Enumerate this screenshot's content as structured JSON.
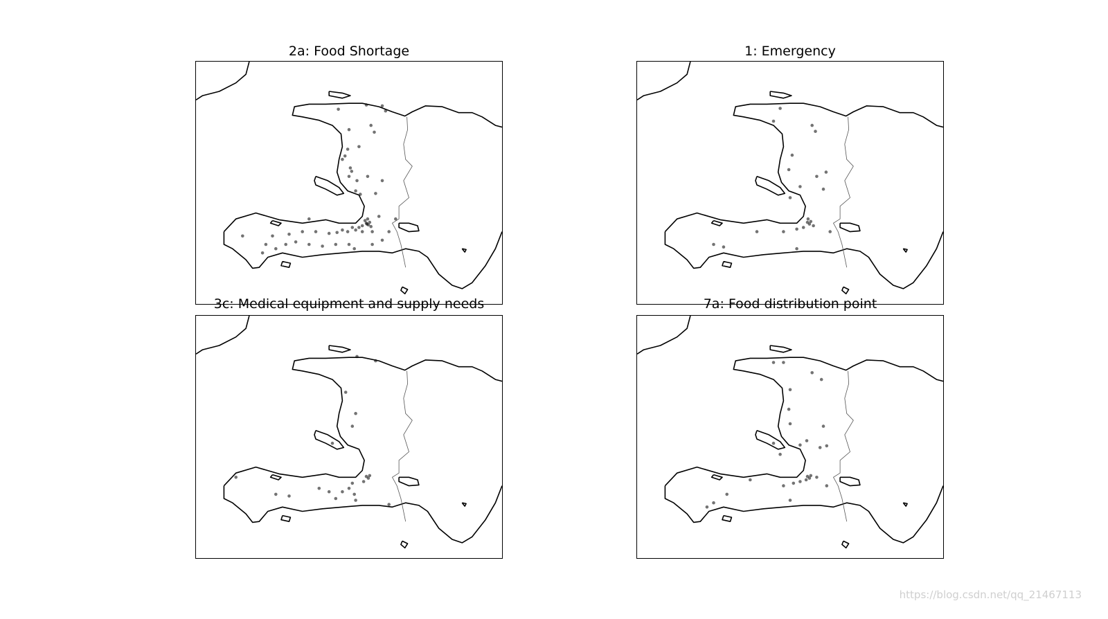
{
  "figure": {
    "panels": [
      {
        "id": "food-shortage",
        "title": "2a: Food Shortage",
        "points": [
          [
            -72.34,
            19.94
          ],
          [
            -72.1,
            19.93
          ],
          [
            -72.05,
            19.87
          ],
          [
            -72.76,
            19.89
          ],
          [
            -72.6,
            19.65
          ],
          [
            -72.27,
            19.7
          ],
          [
            -72.22,
            19.62
          ],
          [
            -72.45,
            19.45
          ],
          [
            -72.62,
            19.42
          ],
          [
            -72.66,
            19.34
          ],
          [
            -72.7,
            19.3
          ],
          [
            -72.58,
            19.2
          ],
          [
            -72.56,
            19.16
          ],
          [
            -72.6,
            19.1
          ],
          [
            -72.48,
            19.05
          ],
          [
            -72.32,
            19.1
          ],
          [
            -72.1,
            19.05
          ],
          [
            -72.5,
            18.93
          ],
          [
            -72.43,
            18.89
          ],
          [
            -72.2,
            18.9
          ],
          [
            -72.36,
            18.58
          ],
          [
            -72.34,
            18.55
          ],
          [
            -72.31,
            18.53
          ],
          [
            -72.29,
            18.56
          ],
          [
            -72.32,
            18.6
          ],
          [
            -72.27,
            18.51
          ],
          [
            -72.4,
            18.52
          ],
          [
            -72.45,
            18.5
          ],
          [
            -72.5,
            18.47
          ],
          [
            -72.55,
            18.5
          ],
          [
            -72.62,
            18.45
          ],
          [
            -72.7,
            18.47
          ],
          [
            -72.78,
            18.44
          ],
          [
            -72.9,
            18.43
          ],
          [
            -73.1,
            18.45
          ],
          [
            -73.3,
            18.45
          ],
          [
            -73.5,
            18.42
          ],
          [
            -73.75,
            18.4
          ],
          [
            -73.85,
            18.3
          ],
          [
            -73.9,
            18.2
          ],
          [
            -73.7,
            18.25
          ],
          [
            -73.55,
            18.3
          ],
          [
            -73.4,
            18.33
          ],
          [
            -73.2,
            18.3
          ],
          [
            -73.0,
            18.28
          ],
          [
            -72.8,
            18.3
          ],
          [
            -72.6,
            18.3
          ],
          [
            -72.52,
            18.25
          ],
          [
            -72.25,
            18.3
          ],
          [
            -72.1,
            18.35
          ],
          [
            -72.0,
            18.45
          ],
          [
            -71.9,
            18.6
          ],
          [
            -72.15,
            18.63
          ],
          [
            -72.25,
            18.45
          ],
          [
            -74.2,
            18.4
          ],
          [
            -73.2,
            18.6
          ],
          [
            -72.4,
            18.45
          ],
          [
            -72.33,
            18.54
          ]
        ]
      },
      {
        "id": "emergency",
        "title": "1: Emergency",
        "points": [
          [
            -72.75,
            19.9
          ],
          [
            -72.85,
            19.75
          ],
          [
            -72.27,
            19.7
          ],
          [
            -72.22,
            19.63
          ],
          [
            -72.57,
            19.35
          ],
          [
            -72.62,
            19.18
          ],
          [
            -72.2,
            19.1
          ],
          [
            -72.06,
            19.15
          ],
          [
            -72.1,
            18.95
          ],
          [
            -72.45,
            18.98
          ],
          [
            -72.6,
            18.85
          ],
          [
            -72.34,
            18.56
          ],
          [
            -72.31,
            18.54
          ],
          [
            -72.29,
            18.57
          ],
          [
            -72.33,
            18.6
          ],
          [
            -72.4,
            18.5
          ],
          [
            -72.5,
            18.48
          ],
          [
            -72.7,
            18.45
          ],
          [
            -73.1,
            18.45
          ],
          [
            -73.75,
            18.3
          ],
          [
            -73.6,
            18.27
          ],
          [
            -72.5,
            18.25
          ],
          [
            -72.0,
            18.45
          ],
          [
            -72.25,
            18.52
          ]
        ]
      },
      {
        "id": "medical",
        "title": "3c: Medical equipment and supply needs",
        "points": [
          [
            -72.48,
            19.97
          ],
          [
            -72.2,
            19.92
          ],
          [
            -72.65,
            19.55
          ],
          [
            -72.5,
            19.3
          ],
          [
            -72.55,
            19.15
          ],
          [
            -72.85,
            18.95
          ],
          [
            -72.34,
            18.56
          ],
          [
            -72.31,
            18.54
          ],
          [
            -72.29,
            18.57
          ],
          [
            -72.38,
            18.5
          ],
          [
            -72.55,
            18.48
          ],
          [
            -72.6,
            18.42
          ],
          [
            -72.7,
            18.38
          ],
          [
            -72.9,
            18.38
          ],
          [
            -73.05,
            18.42
          ],
          [
            -73.5,
            18.33
          ],
          [
            -73.7,
            18.35
          ],
          [
            -74.3,
            18.55
          ],
          [
            -72.8,
            18.3
          ],
          [
            -72.5,
            18.28
          ],
          [
            -72.0,
            18.23
          ],
          [
            -72.52,
            18.35
          ]
        ]
      },
      {
        "id": "food-distribution",
        "title": "7a: Food distribution point",
        "points": [
          [
            -72.85,
            19.9
          ],
          [
            -72.7,
            19.9
          ],
          [
            -72.27,
            19.78
          ],
          [
            -72.13,
            19.7
          ],
          [
            -72.6,
            19.58
          ],
          [
            -72.62,
            19.35
          ],
          [
            -72.6,
            19.18
          ],
          [
            -72.35,
            18.98
          ],
          [
            -72.45,
            18.93
          ],
          [
            -72.1,
            19.15
          ],
          [
            -72.05,
            18.92
          ],
          [
            -72.15,
            18.9
          ],
          [
            -72.85,
            18.95
          ],
          [
            -72.75,
            18.82
          ],
          [
            -72.34,
            18.56
          ],
          [
            -72.31,
            18.54
          ],
          [
            -72.29,
            18.57
          ],
          [
            -72.36,
            18.52
          ],
          [
            -72.45,
            18.5
          ],
          [
            -72.55,
            18.48
          ],
          [
            -72.7,
            18.45
          ],
          [
            -73.2,
            18.52
          ],
          [
            -73.55,
            18.35
          ],
          [
            -73.85,
            18.2
          ],
          [
            -73.75,
            18.25
          ],
          [
            -72.6,
            18.28
          ],
          [
            -72.05,
            18.45
          ],
          [
            -72.2,
            18.55
          ]
        ]
      }
    ]
  },
  "map_extent": {
    "lon_min": -74.9,
    "lon_max": -70.3,
    "lat_min": 17.6,
    "lat_max": 20.45
  },
  "coastlines": [
    [
      [
        -74.48,
        18.45
      ],
      [
        -74.3,
        18.6
      ],
      [
        -74.0,
        18.67
      ],
      [
        -73.65,
        18.59
      ],
      [
        -73.3,
        18.55
      ],
      [
        -72.95,
        18.59
      ],
      [
        -72.75,
        18.55
      ],
      [
        -72.5,
        18.55
      ],
      [
        -72.4,
        18.63
      ],
      [
        -72.37,
        18.75
      ],
      [
        -72.45,
        18.88
      ],
      [
        -72.62,
        18.93
      ],
      [
        -72.73,
        19.03
      ],
      [
        -72.78,
        19.15
      ],
      [
        -72.75,
        19.3
      ],
      [
        -72.7,
        19.45
      ],
      [
        -72.72,
        19.6
      ],
      [
        -72.85,
        19.7
      ],
      [
        -73.05,
        19.76
      ],
      [
        -73.3,
        19.8
      ],
      [
        -73.45,
        19.82
      ],
      [
        -73.42,
        19.92
      ],
      [
        -73.2,
        19.95
      ],
      [
        -72.95,
        19.95
      ],
      [
        -72.6,
        19.96
      ],
      [
        -72.4,
        19.96
      ],
      [
        -72.15,
        19.92
      ],
      [
        -71.95,
        19.86
      ],
      [
        -71.76,
        19.81
      ],
      [
        -71.65,
        19.86
      ],
      [
        -71.45,
        19.93
      ],
      [
        -71.2,
        19.92
      ],
      [
        -70.95,
        19.85
      ],
      [
        -70.75,
        19.85
      ],
      [
        -70.6,
        19.8
      ],
      [
        -70.4,
        19.7
      ],
      [
        -70.3,
        19.68
      ]
    ],
    [
      [
        -70.3,
        18.45
      ],
      [
        -70.4,
        18.25
      ],
      [
        -70.55,
        18.05
      ],
      [
        -70.75,
        17.85
      ],
      [
        -70.9,
        17.78
      ],
      [
        -71.05,
        17.82
      ],
      [
        -71.25,
        17.95
      ],
      [
        -71.42,
        18.15
      ],
      [
        -71.55,
        18.22
      ],
      [
        -71.75,
        18.25
      ],
      [
        -71.95,
        18.2
      ],
      [
        -72.15,
        18.22
      ],
      [
        -72.4,
        18.22
      ],
      [
        -72.7,
        18.2
      ],
      [
        -73.0,
        18.18
      ],
      [
        -73.3,
        18.15
      ],
      [
        -73.6,
        18.2
      ],
      [
        -73.82,
        18.15
      ],
      [
        -73.95,
        18.03
      ],
      [
        -74.05,
        18.02
      ],
      [
        -74.15,
        18.12
      ],
      [
        -74.35,
        18.25
      ],
      [
        -74.48,
        18.3
      ],
      [
        -74.48,
        18.45
      ]
    ],
    [
      [
        -73.1,
        19.1
      ],
      [
        -72.92,
        19.05
      ],
      [
        -72.75,
        18.97
      ],
      [
        -72.68,
        18.9
      ],
      [
        -72.78,
        18.88
      ],
      [
        -72.95,
        18.95
      ],
      [
        -73.1,
        19.0
      ],
      [
        -73.12,
        19.05
      ],
      [
        -73.1,
        19.1
      ]
    ],
    [
      [
        -72.9,
        20.1
      ],
      [
        -72.7,
        20.08
      ],
      [
        -72.58,
        20.05
      ],
      [
        -72.7,
        20.02
      ],
      [
        -72.9,
        20.05
      ],
      [
        -72.9,
        20.1
      ]
    ],
    [
      [
        -73.6,
        18.1
      ],
      [
        -73.48,
        18.08
      ],
      [
        -73.5,
        18.03
      ],
      [
        -73.62,
        18.05
      ],
      [
        -73.6,
        18.1
      ]
    ],
    [
      [
        -73.75,
        18.58
      ],
      [
        -73.62,
        18.55
      ],
      [
        -73.66,
        18.52
      ],
      [
        -73.78,
        18.55
      ],
      [
        -73.75,
        18.58
      ]
    ],
    [
      [
        -71.85,
        18.55
      ],
      [
        -71.7,
        18.55
      ],
      [
        -71.57,
        18.52
      ],
      [
        -71.55,
        18.46
      ],
      [
        -71.7,
        18.45
      ],
      [
        -71.85,
        18.5
      ],
      [
        -71.85,
        18.55
      ]
    ],
    [
      [
        -71.8,
        17.8
      ],
      [
        -71.72,
        17.77
      ],
      [
        -71.76,
        17.72
      ],
      [
        -71.82,
        17.76
      ],
      [
        -71.8,
        17.8
      ]
    ],
    [
      [
        -74.9,
        20.0
      ],
      [
        -74.8,
        20.05
      ],
      [
        -74.55,
        20.1
      ],
      [
        -74.3,
        20.2
      ],
      [
        -74.15,
        20.3
      ],
      [
        -74.1,
        20.45
      ]
    ],
    [
      [
        -70.9,
        18.25
      ],
      [
        -70.84,
        18.24
      ],
      [
        -70.86,
        18.21
      ],
      [
        -70.9,
        18.25
      ]
    ]
  ],
  "border": [
    [
      -71.73,
      19.8
    ],
    [
      -71.72,
      19.65
    ],
    [
      -71.78,
      19.48
    ],
    [
      -71.75,
      19.3
    ],
    [
      -71.65,
      19.22
    ],
    [
      -71.78,
      19.05
    ],
    [
      -71.7,
      18.85
    ],
    [
      -71.85,
      18.75
    ],
    [
      -71.85,
      18.6
    ],
    [
      -71.95,
      18.55
    ],
    [
      -71.88,
      18.45
    ],
    [
      -71.82,
      18.3
    ],
    [
      -71.75,
      18.03
    ]
  ],
  "watermark": "https://blog.csdn.net/qq_21467113"
}
